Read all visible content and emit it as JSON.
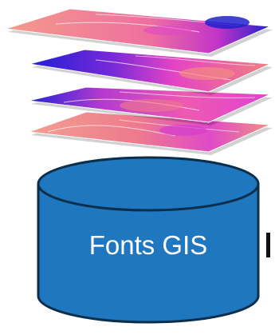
{
  "database": {
    "label": "Fonts GIS",
    "color": "#1f77c0",
    "outline": "#0b2e4a"
  },
  "layers": [
    {
      "name": "top",
      "base": "#f08a82",
      "accent": "#1c1ccf",
      "highlight": "#e040c8"
    },
    {
      "name": "second",
      "base": "#e53ec8",
      "accent": "#2a2ae0",
      "highlight": "#f07a7a"
    },
    {
      "name": "third",
      "base": "#e64aa8",
      "accent": "#2525d9",
      "highlight": "#f0807e"
    },
    {
      "name": "bottom",
      "base": "#f08a82",
      "accent": "#d940c8",
      "highlight": "#f7a08c"
    }
  ]
}
